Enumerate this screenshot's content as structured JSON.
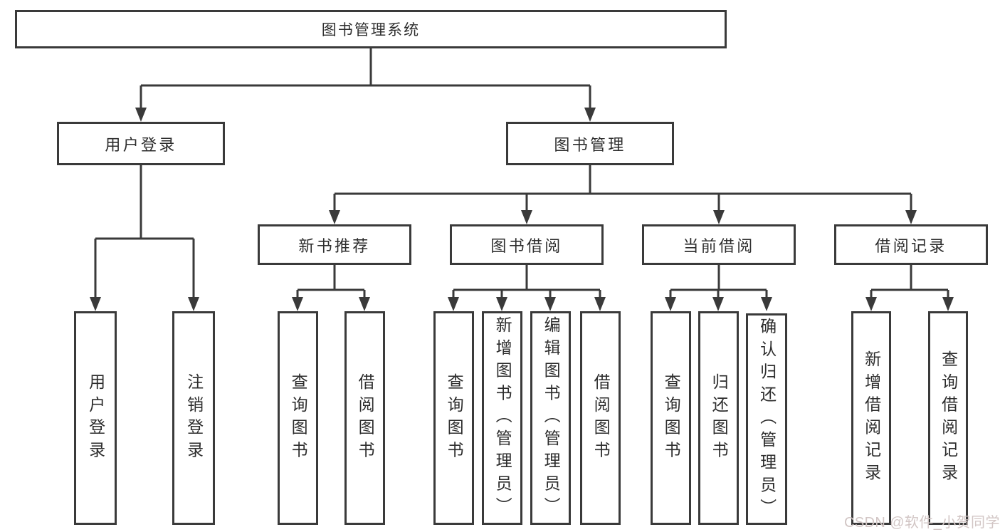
{
  "tree": {
    "root": {
      "label": "图书管理系统"
    },
    "branches": [
      {
        "label": "用户登录",
        "children": [
          {
            "label": "用户登录"
          },
          {
            "label": "注销登录"
          }
        ]
      },
      {
        "label": "图书管理",
        "children": [
          {
            "label": "新书推荐",
            "children": [
              {
                "label": "查询图书"
              },
              {
                "label": "借阅图书"
              }
            ]
          },
          {
            "label": "图书借阅",
            "children": [
              {
                "label": "查询图书"
              },
              {
                "label": "新增图书（管理员）"
              },
              {
                "label": "编辑图书（管理员）"
              },
              {
                "label": "借阅图书"
              }
            ]
          },
          {
            "label": "当前借阅",
            "children": [
              {
                "label": "查询图书"
              },
              {
                "label": "归还图书"
              },
              {
                "label": "确认归还（管理员）"
              }
            ]
          },
          {
            "label": "借阅记录",
            "children": [
              {
                "label": "新增借阅记录"
              },
              {
                "label": "查询借阅记录"
              }
            ]
          }
        ]
      }
    ]
  },
  "watermark": {
    "text": "CSDN @软件_小贺同学"
  },
  "colors": {
    "line": "#3a3a3a",
    "text": "#2d2d2d",
    "background": "#ffffff",
    "watermark": "#d2c6c5"
  }
}
